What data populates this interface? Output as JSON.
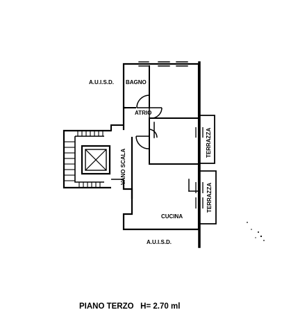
{
  "labels": {
    "auisd_top": "A.U.I.S.D.",
    "bagno": "BAGNO",
    "atrio": "ATRIO",
    "vano_scala": "VANO SCALA",
    "terrazza_upper": "TERRAZZA",
    "terrazza_lower": "TERRAZZA",
    "cucina": "CUCINA",
    "auisd_bottom": "A.U.I.S.D."
  },
  "caption": "PIANO TERZO   H= 2.70 ml",
  "colors": {
    "ink": "#000000",
    "paper": "#ffffff"
  }
}
